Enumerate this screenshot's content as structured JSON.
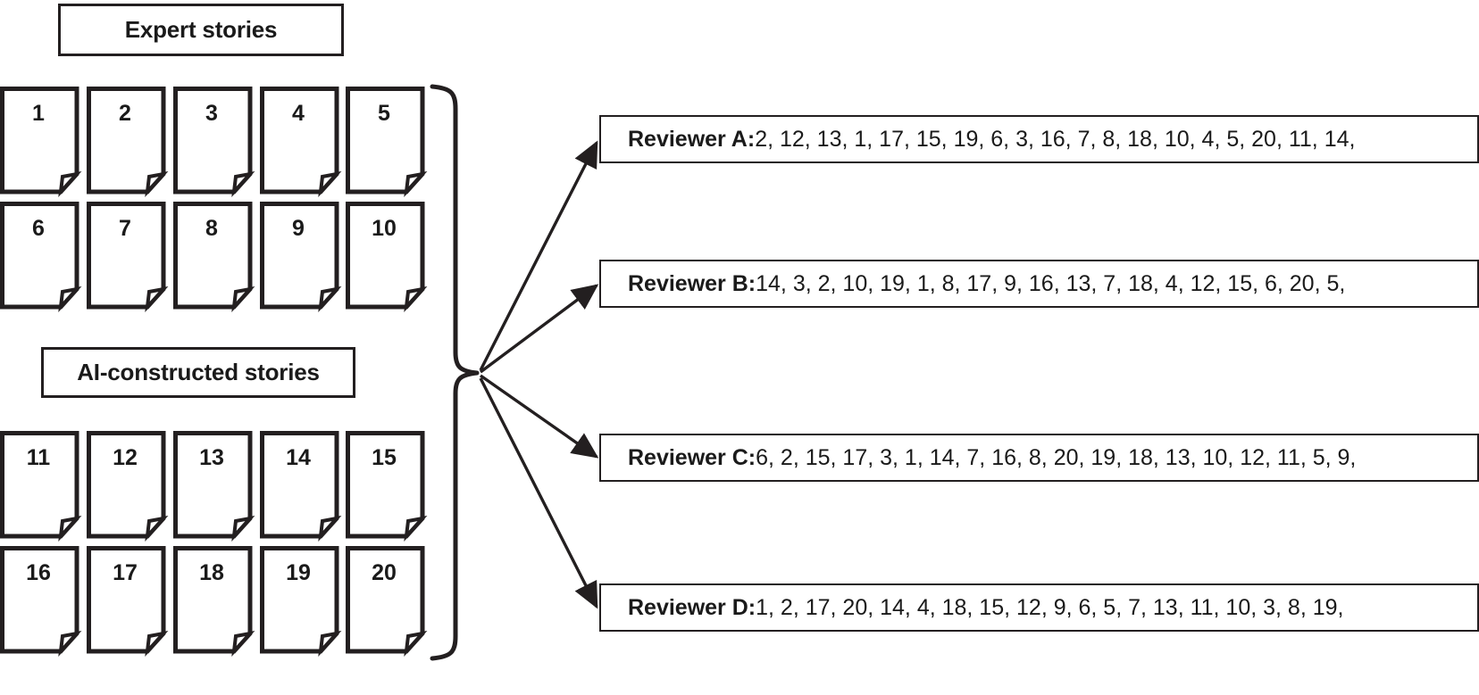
{
  "groups": [
    {
      "id": "expert",
      "label": "Expert stories",
      "cards": [
        {
          "num": "1"
        },
        {
          "num": "2"
        },
        {
          "num": "3"
        },
        {
          "num": "4"
        },
        {
          "num": "5"
        },
        {
          "num": "6"
        },
        {
          "num": "7"
        },
        {
          "num": "8"
        },
        {
          "num": "9"
        },
        {
          "num": "10"
        }
      ]
    },
    {
      "id": "ai",
      "label": "AI-constructed stories",
      "cards": [
        {
          "num": "11"
        },
        {
          "num": "12"
        },
        {
          "num": "13"
        },
        {
          "num": "14"
        },
        {
          "num": "15"
        },
        {
          "num": "16"
        },
        {
          "num": "17"
        },
        {
          "num": "18"
        },
        {
          "num": "19"
        },
        {
          "num": "20"
        }
      ]
    }
  ],
  "reviewers": [
    {
      "id": "a",
      "name": "Reviewer A:",
      "order": "2, 12, 13, 1, 17, 15, 19, 6, 3, 16, 7, 8, 18, 10, 4, 5, 20, 11, 14,"
    },
    {
      "id": "b",
      "name": "Reviewer B:",
      "order": " 14, 3, 2, 10, 19, 1, 8, 17, 9, 16, 13, 7, 18, 4, 12, 15, 6, 20, 5,"
    },
    {
      "id": "c",
      "name": "Reviewer C:",
      "order": " 6, 2, 15, 17, 3, 1, 14, 7, 16, 8, 20, 19, 18, 13, 10, 12, 11, 5, 9,"
    },
    {
      "id": "d",
      "name": "Reviewer D:",
      "order": " 1, 2, 17, 20, 14, 4, 18, 15, 12, 9, 6, 5, 7, 13, 11, 10, 3, 8, 19,"
    }
  ],
  "colors": {
    "stroke": "#231f20",
    "background": "#ffffff",
    "text": "#1a1a1a"
  }
}
